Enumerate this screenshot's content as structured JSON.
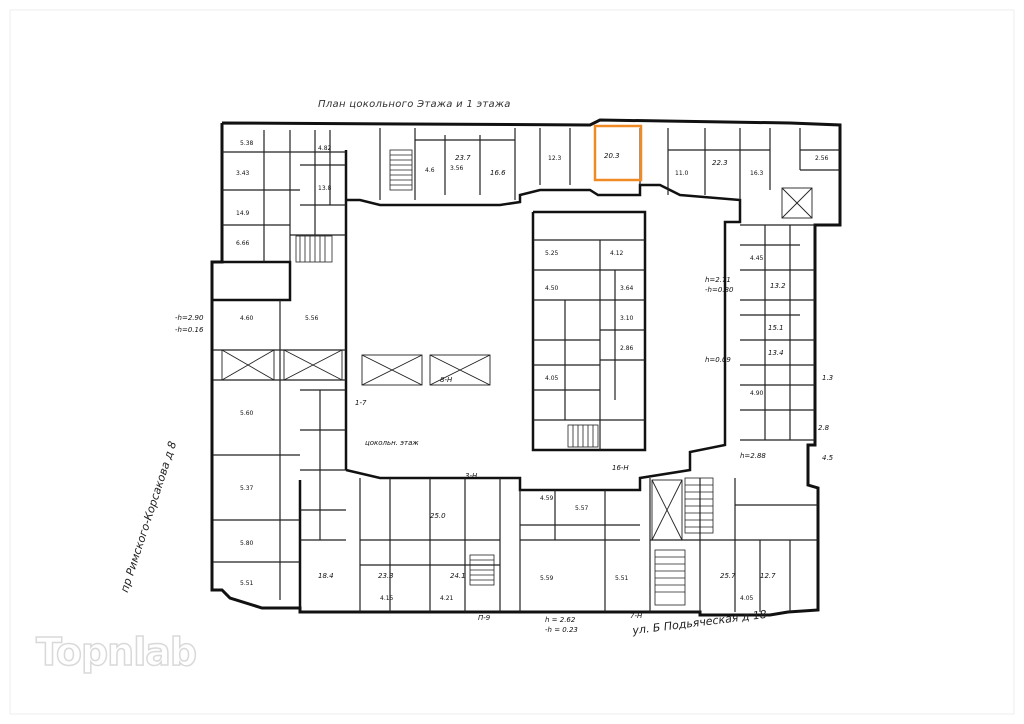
{
  "plan": {
    "title": "План цокольного Этажа и 1 этажа",
    "street_bottom": "ул. Б Подьяческая д 18",
    "street_left": "пр Римского-Корсакова д 8",
    "highlight_color": "#f08a24",
    "labels": {
      "basement_floor": "цокольн. этаж",
      "height_bottom_1": "h = 2.62",
      "height_bottom_2": "-h = 0.23",
      "room_20_3": "20.3",
      "room_23_7": "23.7",
      "room_16_6": "16.6",
      "room_22_3": "22.3",
      "room_13_2": "13.2",
      "room_15_1": "15.1",
      "room_13_4": "13.4",
      "room_12_7": "12.7",
      "room_25_7": "25.7",
      "room_24_1": "24.1",
      "room_23_3": "23.3",
      "room_18_4": "18.4",
      "room_25_0": "25.0",
      "mark_7_H": "7-Н",
      "mark_3_H": "3-Н",
      "mark_8_H": "8-Н",
      "mark_II_9": "П-9",
      "mark_16_H": "16-Н",
      "mark_1_7": "1-7",
      "mark_4_5": "4.5",
      "mark_2_8": "2.8",
      "mark_1_3": "1.3",
      "h_left_1": "-h=2.90",
      "h_left_2": "-h=0.16",
      "h_right_1": "h=2.71",
      "h_right_2": "-h=0.80",
      "h_right_3": "h=0.09",
      "h_right_4": "h=2.88"
    }
  },
  "watermark": {
    "brand": "Topnlab"
  }
}
